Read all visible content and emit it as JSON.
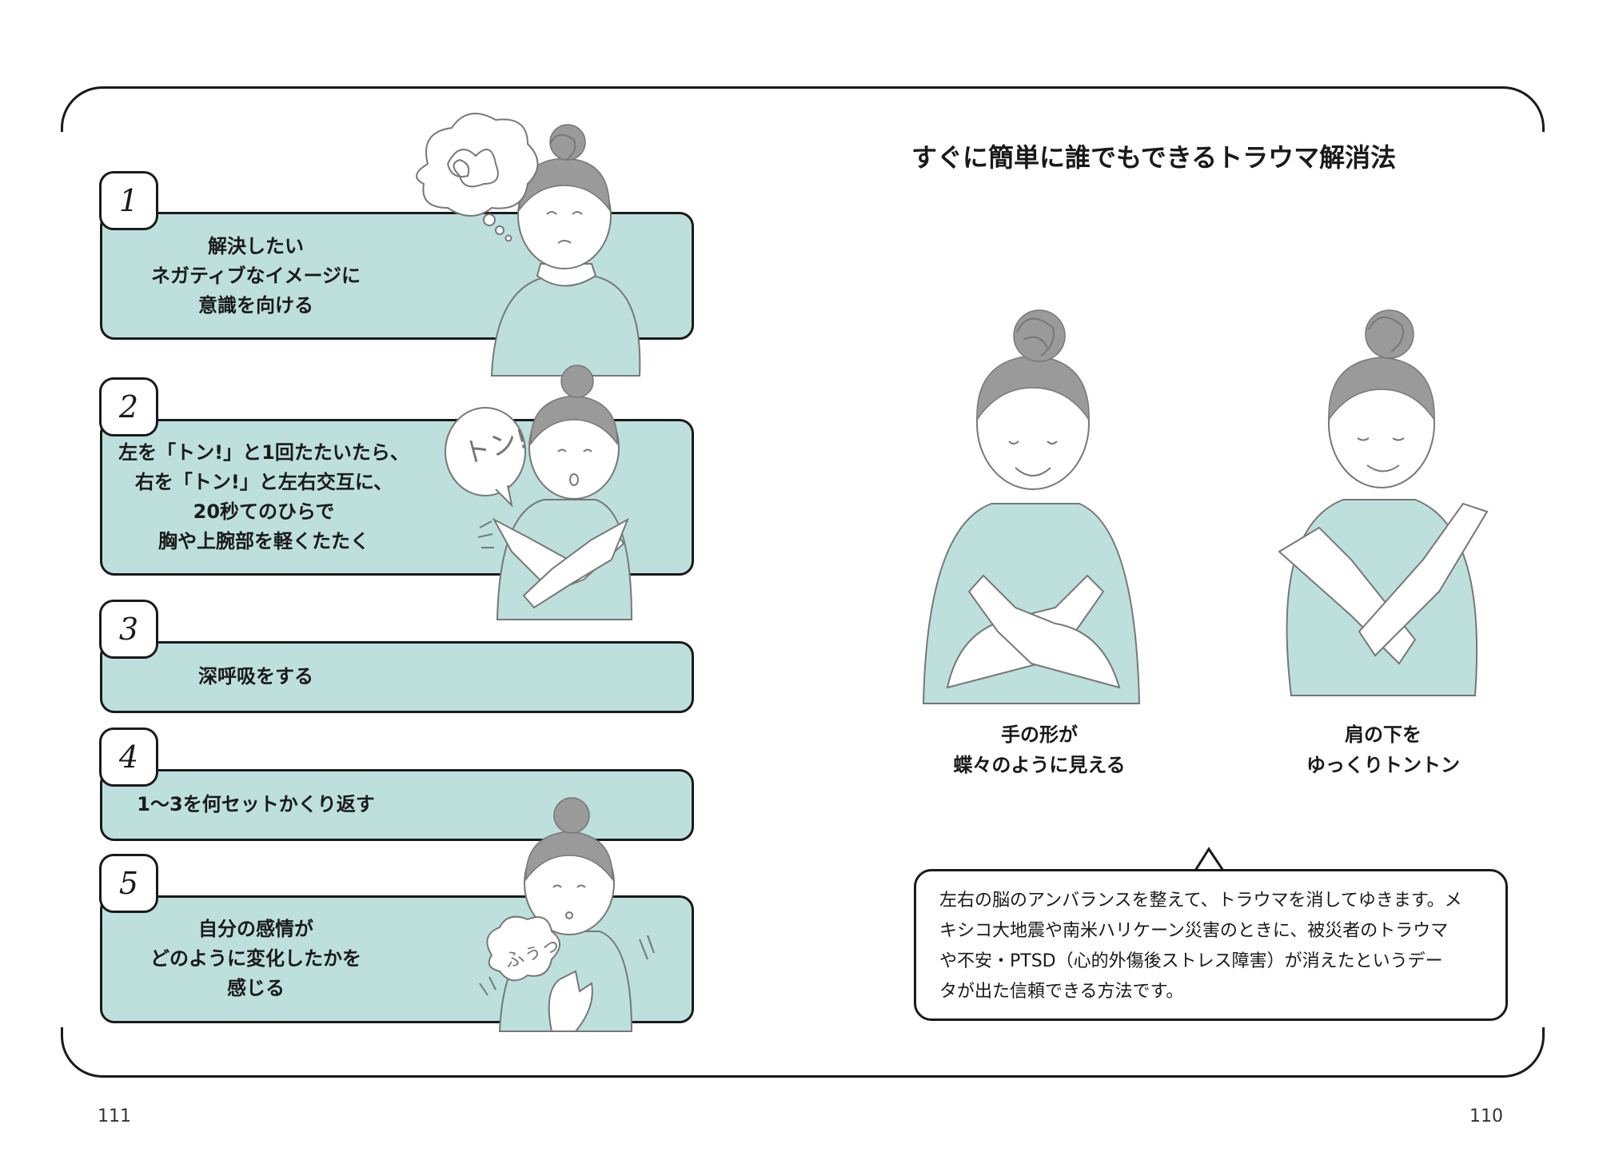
{
  "steps": [
    {
      "num": "1",
      "lines": [
        "解決したい",
        "ネガティブなイメージに",
        "意識を向ける"
      ]
    },
    {
      "num": "2",
      "lines": [
        "左を「トン!」と1回たたいたら、",
        "右を「トン!」と左右交互に、",
        "20秒てのひらで",
        "胸や上腕部を軽くたたく"
      ]
    },
    {
      "num": "3",
      "lines": [
        "深呼吸をする"
      ]
    },
    {
      "num": "4",
      "lines": [
        "1〜3を何セットかくり返す"
      ]
    },
    {
      "num": "5",
      "lines": [
        "自分の感情が",
        "どのように変化したかを",
        "感じる"
      ]
    }
  ],
  "title": "すぐに簡単に誰でもできるトラウマ解消法",
  "captions": {
    "left": [
      "手の形が",
      "蝶々のように見える"
    ],
    "right": [
      "肩の下を",
      "ゆっくりトントン"
    ]
  },
  "note_lines": [
    "左右の脳のアンバランスを整えて、トラウマを消してゆきます。メ",
    "キシコ大地震や南米ハリケーン災害のときに、被災者のトラウマ",
    "や不安・PTSD（心的外傷後ストレス障害）が消えたというデー",
    "タが出た信頼できる方法です。"
  ],
  "bubble_text_ton": "トン!",
  "bubble_text_fu": "ふぅっ",
  "page_numbers": {
    "left": "111",
    "right": "110"
  },
  "colors": {
    "accent": "#bde0dd",
    "hair": "#9a9a9a",
    "line": "#1a1a1a"
  }
}
